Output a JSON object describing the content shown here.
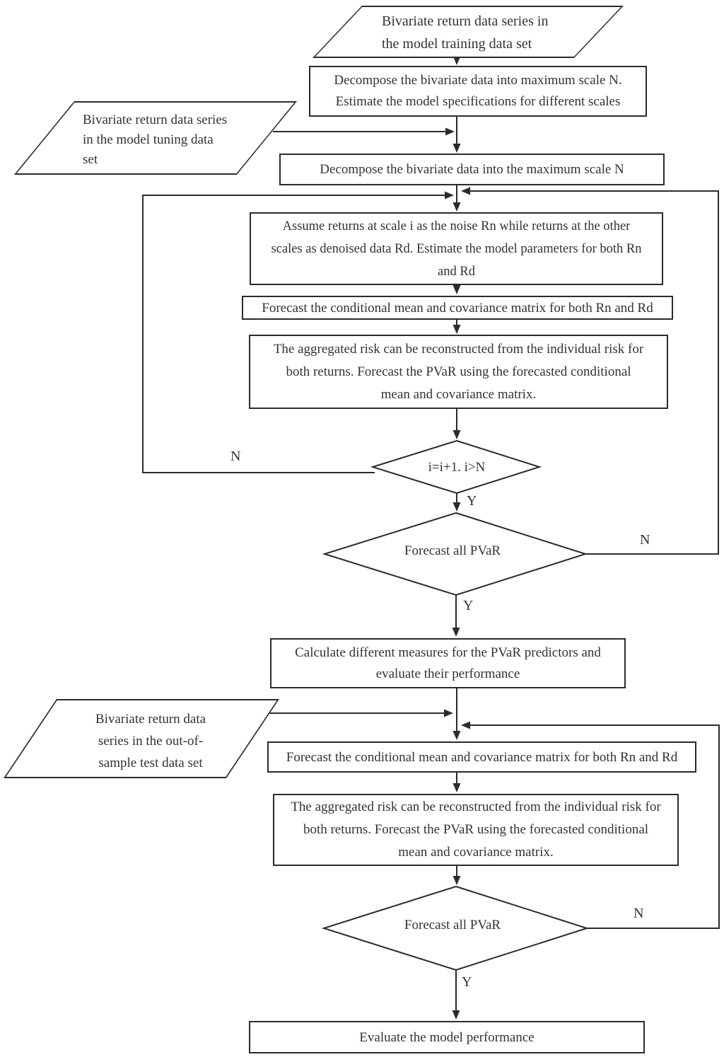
{
  "diagram": {
    "background_color": "#ffffff",
    "line_color": "#2b2b2b",
    "text_color": "#333333"
  },
  "nodes": {
    "training_input": {
      "label": "Bivariate return data series in\nthe model training data set"
    },
    "decompose_training": {
      "label": "Decompose the bivariate data into maximum scale N.\nEstimate the model specifications for different scales"
    },
    "tuning_input": {
      "label": "Bivariate return data series\nin the model tuning data\nset"
    },
    "decompose_tuning": {
      "label": "Decompose the bivariate data into the maximum scale N"
    },
    "assume_returns": {
      "label": "Assume returns at scale i as the noise Rn while returns at the other\nscales as denoised data Rd. Estimate the model parameters for both Rn\nand Rd"
    },
    "forecast_conditional_1": {
      "label": "Forecast the conditional mean and covariance matrix for both Rn and Rd"
    },
    "aggregated_risk_1": {
      "label": "The aggregated risk can be reconstructed from the individual risk for\nboth returns. Forecast the PVaR using the forecasted conditional\nmean and covariance matrix."
    },
    "scale_decision": {
      "label": "i=i+1. i>N"
    },
    "forecast_all_pvar_1": {
      "label": "Forecast all PVaR"
    },
    "calculate_measures": {
      "label": "Calculate different measures for the PVaR predictors and\nevaluate their performance"
    },
    "test_input": {
      "label": "Bivariate return data\nseries in the out-of-\nsample test data set"
    },
    "forecast_conditional_2": {
      "label": "Forecast the conditional mean and covariance matrix for both Rn and Rd"
    },
    "aggregated_risk_2": {
      "label": "The aggregated risk can be reconstructed from the individual risk for\nboth returns. Forecast the PVaR using the forecasted conditional\nmean and covariance matrix."
    },
    "forecast_all_pvar_2": {
      "label": "Forecast all PVaR"
    },
    "evaluate_performance": {
      "label": "Evaluate the model performance"
    }
  },
  "edge_labels": {
    "scale_decision_no": "N",
    "scale_decision_yes": "Y",
    "pvar1_no": "N",
    "pvar1_yes": "Y",
    "pvar2_no": "N",
    "pvar2_yes": "Y"
  }
}
